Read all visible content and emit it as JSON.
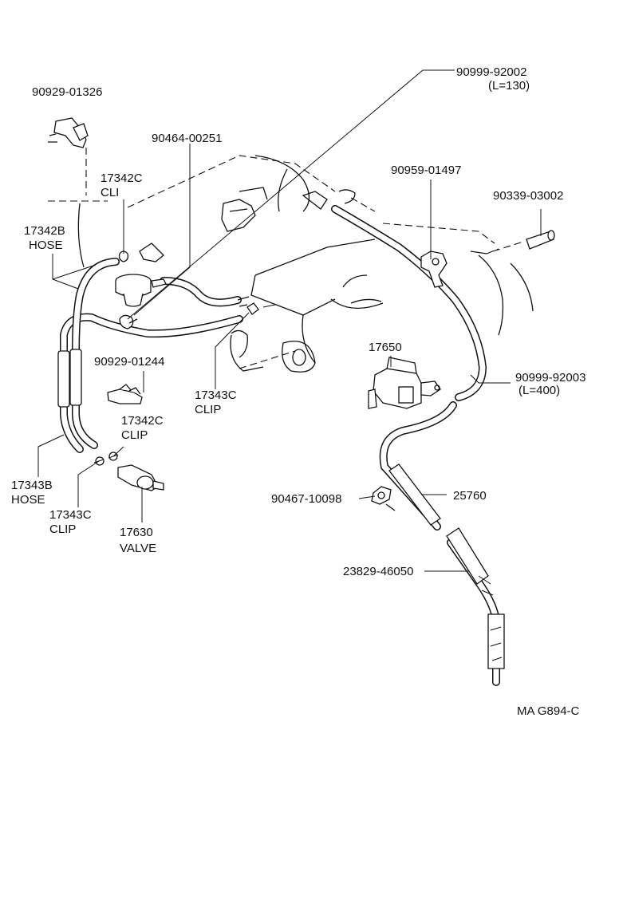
{
  "labels": {
    "p_90929_01326": "90929-01326",
    "p_90464_00251": "90464-00251",
    "p_17342c_top": "17342C",
    "p_17342c_top_name": "CLI",
    "p_17342b": "17342B",
    "p_17342b_name": "HOSE",
    "p_90999_92002": "90999-92002",
    "p_90999_92002_len": "(L=130)",
    "p_90959_01497": "90959-01497",
    "p_90339_03002": "90339-03002",
    "p_90929_01244": "90929-01244",
    "p_17343c_mid": "17343C",
    "p_17343c_mid_name": "CLIP",
    "p_17342c_low": "17342C",
    "p_17342c_low_name": "CLIP",
    "p_17650": "17650",
    "p_90999_92003": "90999-92003",
    "p_90999_92003_len": "(L=400)",
    "p_17343b": "17343B",
    "p_17343b_name": "HOSE",
    "p_17343c_low": "17343C",
    "p_17343c_low_name": "CLIP",
    "p_17630": "17630",
    "p_17630_name": "VALVE",
    "p_90467_10098": "90467-10098",
    "p_25760": "25760",
    "p_23829_46050": "23829-46050",
    "code": "MA G894-C"
  }
}
